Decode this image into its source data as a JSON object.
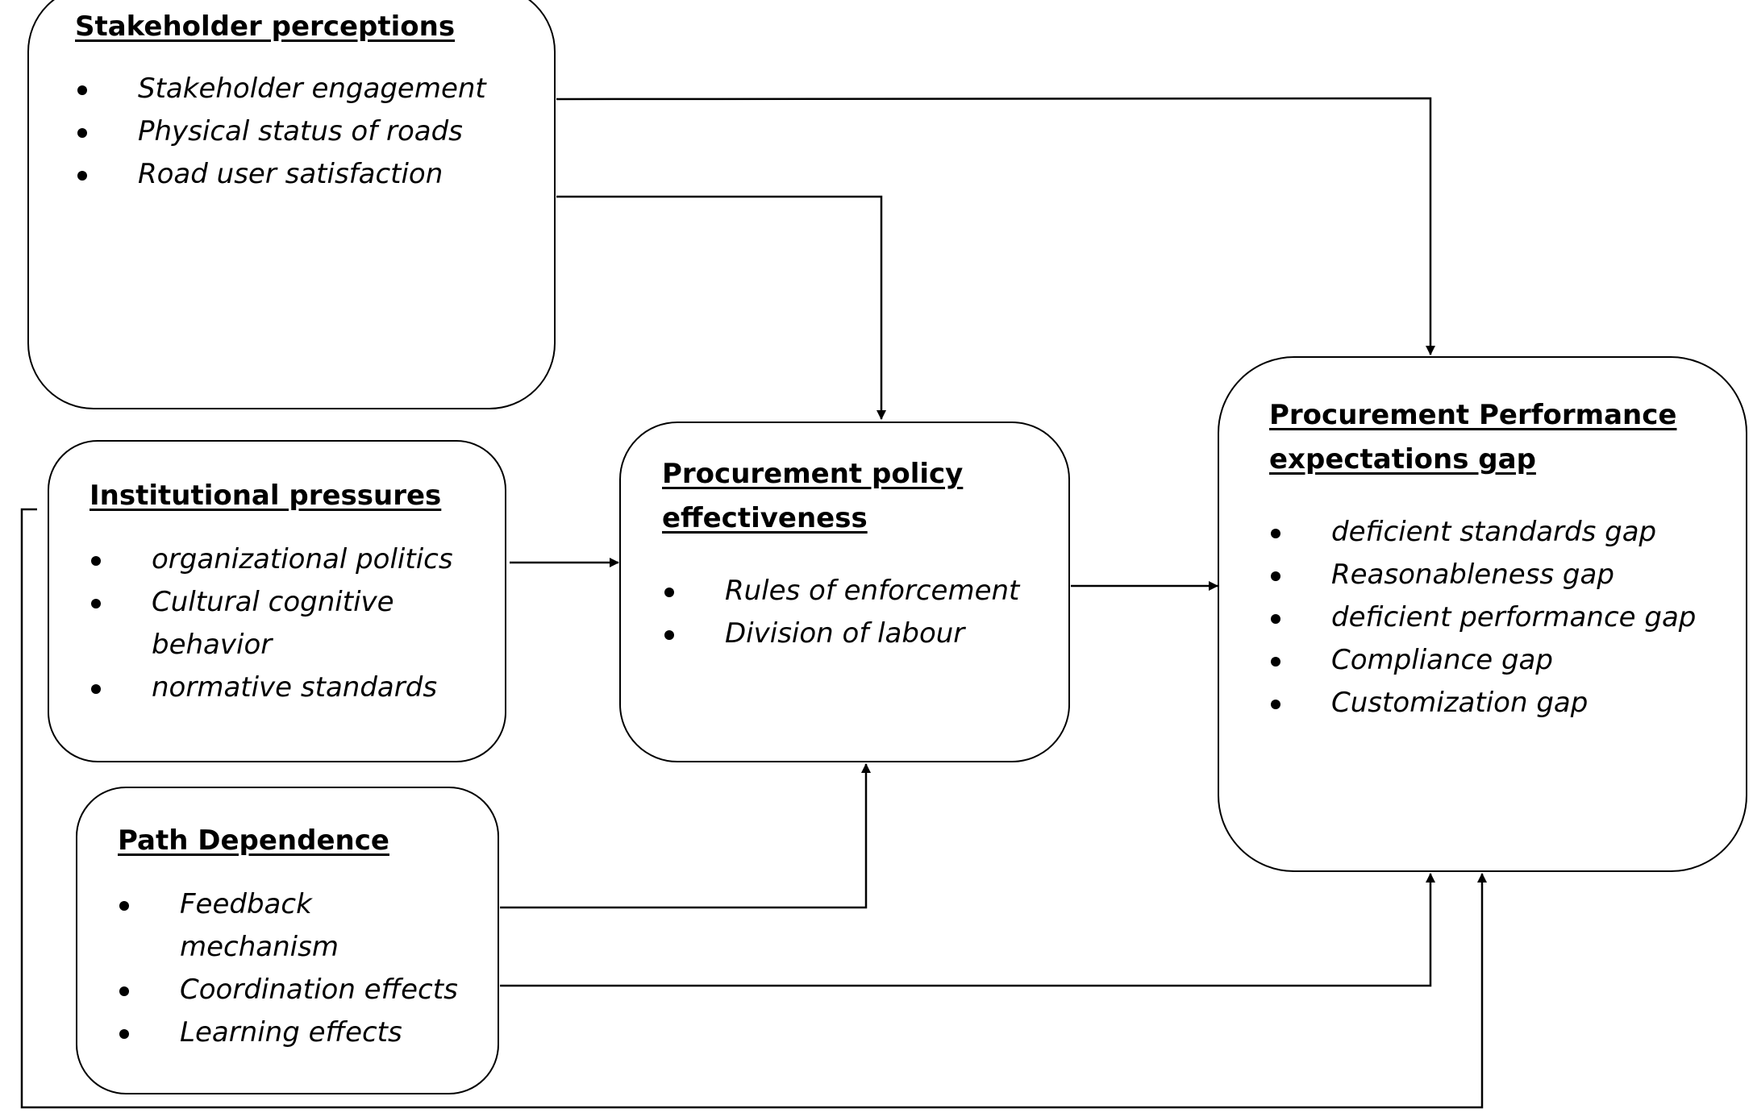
{
  "boxes": {
    "stakeholder": {
      "title": "Stakeholder perceptions",
      "items": [
        "Stakeholder engagement",
        "Physical status of roads",
        "Road user satisfaction"
      ]
    },
    "institutional": {
      "title": "Institutional pressures",
      "items": [
        "organizational politics",
        "Cultural cognitive",
        "behavior",
        "normative standards"
      ]
    },
    "path_dependence": {
      "title": "Path Dependence",
      "items": [
        "Feedback",
        "mechanism",
        "Coordination effects",
        "Learning effects"
      ]
    },
    "policy": {
      "title_line1": "Procurement policy",
      "title_line2": "effectiveness",
      "items": [
        "Rules of enforcement",
        "Division of labour"
      ]
    },
    "performance": {
      "title_line1": "Procurement Performance",
      "title_line2": "expectations gap",
      "items": [
        "deficient standards gap",
        "Reasonableness gap",
        "deficient performance gap",
        "Compliance gap",
        "Customization gap"
      ]
    }
  }
}
